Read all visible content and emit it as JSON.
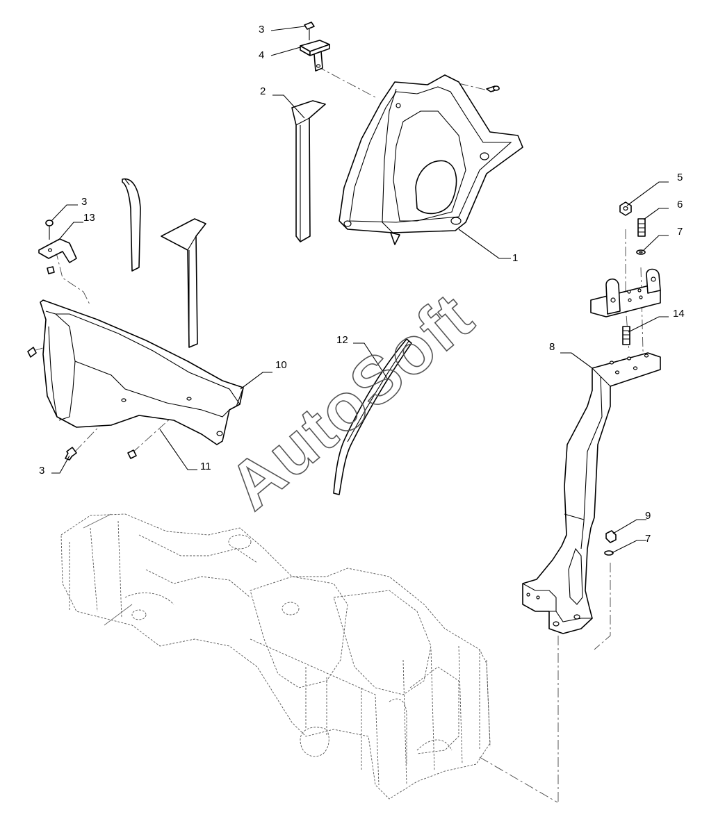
{
  "watermark": {
    "text": "AutoSoft"
  },
  "callouts": {
    "c1": "1",
    "c2": "2",
    "c3_top": "3",
    "c3_left": "3",
    "c3_bottom": "3",
    "c4": "4",
    "c5": "5",
    "c6": "6",
    "c7_upper": "7",
    "c7_lower": "7",
    "c8": "8",
    "c9": "9",
    "c10": "10",
    "c11": "11",
    "c12": "12",
    "c13": "13",
    "c14": "14"
  },
  "colors": {
    "line": "#000000",
    "ghost": "#555555",
    "background": "#ffffff"
  }
}
